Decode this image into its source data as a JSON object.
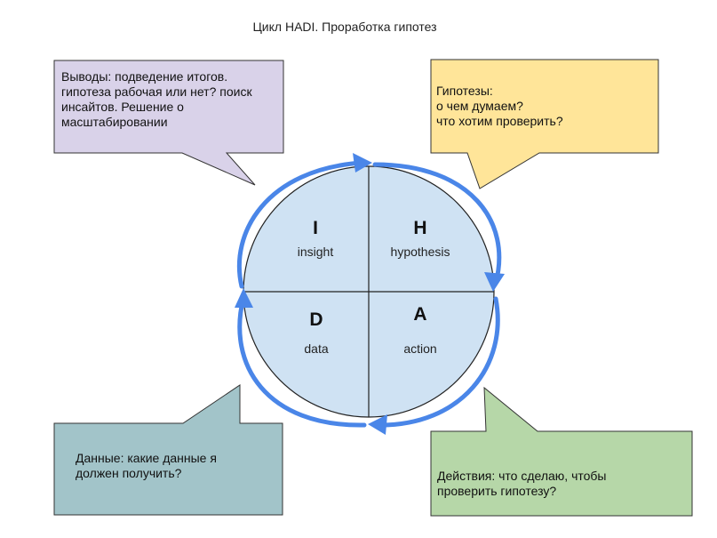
{
  "title": "Цикл HADI. Проработка гипотез",
  "quadrants": [
    {
      "letter": "H",
      "word": "hypothesis"
    },
    {
      "letter": "A",
      "word": "action"
    },
    {
      "letter": "D",
      "word": "data"
    },
    {
      "letter": "I",
      "word": "insight"
    }
  ],
  "callouts": {
    "insight": {
      "lines": [
        "Выводы: подведение итогов.",
        "гипотеза рабочая или нет? поиск",
        "инсайтов. Решение о",
        "масштабировании"
      ],
      "color": "#d9d2e9"
    },
    "hypothesis": {
      "lines": [
        "Гипотезы:",
        "о чем думаем?",
        "что хотим проверить?"
      ],
      "color": "#ffe599"
    },
    "data": {
      "lines": [
        "Данные: какие данные я",
        "должен получить?"
      ],
      "color": "#a2c4c9"
    },
    "action": {
      "lines": [
        "Действия: что сделаю, чтобы",
        "проверить гипотезу?"
      ],
      "color": "#b6d7a8"
    }
  },
  "colors": {
    "circle_fill": "#cfe2f3",
    "arrow": "#4a86e8",
    "outline": "#222222"
  }
}
